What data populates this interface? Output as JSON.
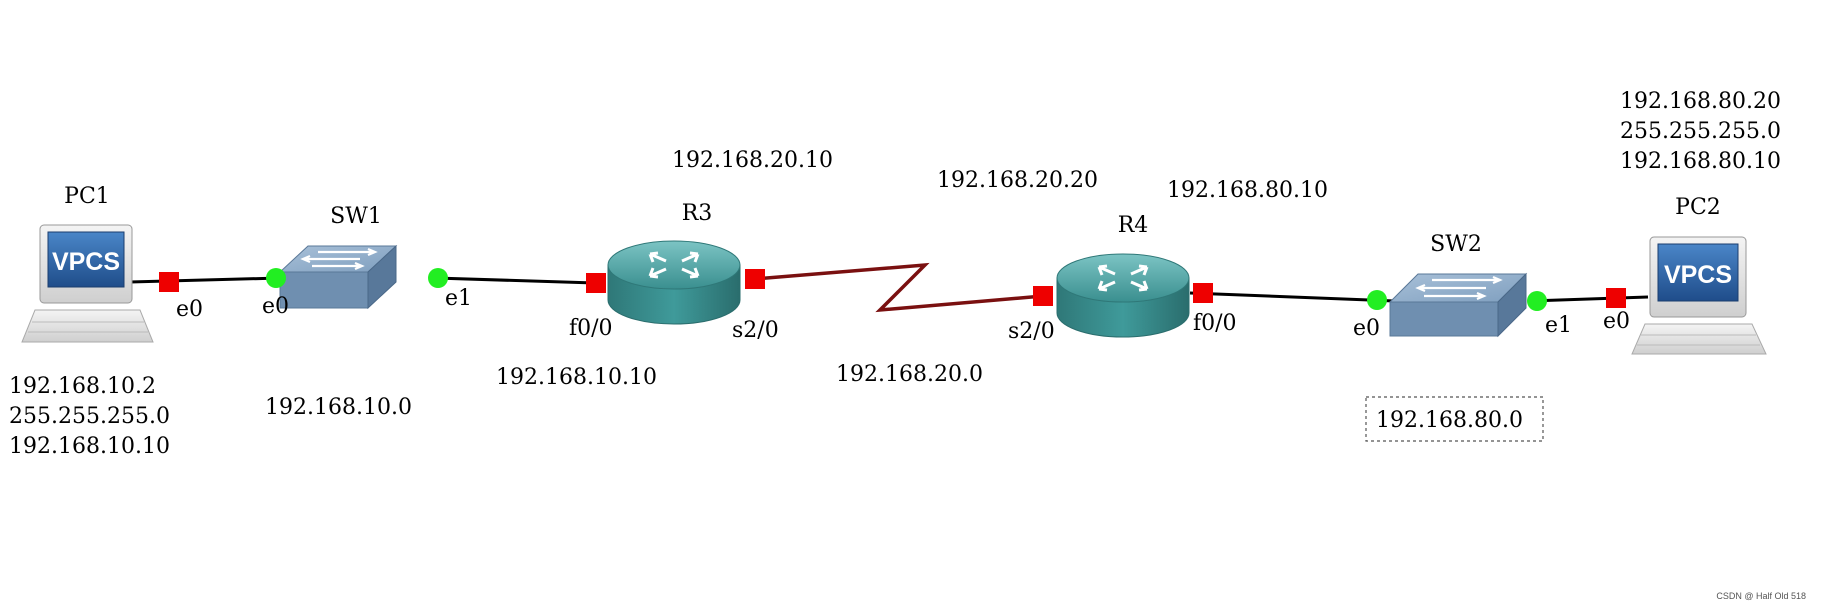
{
  "devices": {
    "pc1": {
      "name": "PC1",
      "screen_text": "VPCS"
    },
    "sw1": {
      "name": "SW1"
    },
    "r3": {
      "name": "R3"
    },
    "r4": {
      "name": "R4"
    },
    "sw2": {
      "name": "SW2"
    },
    "pc2": {
      "name": "PC2",
      "screen_text": "VPCS"
    }
  },
  "ports": {
    "pc1_e0": "e0",
    "sw1_e0": "e0",
    "sw1_e1": "e1",
    "r3_f00": "f0/0",
    "r3_s20": "s2/0",
    "r4_s20": "s2/0",
    "r4_f00": "f0/0",
    "sw2_e0": "e0",
    "sw2_e1": "e1",
    "pc2_e0": "e0"
  },
  "addresses": {
    "pc1_ip": "192.168.10.2",
    "pc1_mask": "255.255.255.0",
    "pc1_gw": "192.168.10.10",
    "net_10": "192.168.10.0",
    "r3_f00_ip": "192.168.10.10",
    "r3_s20_ip": "192.168.20.10",
    "r4_s20_ip": "192.168.20.20",
    "net_20": "192.168.20.0",
    "r4_f00_ip": "192.168.80.10",
    "net_80": "192.168.80.0",
    "pc2_ip": "192.168.80.20",
    "pc2_mask": "255.255.255.0",
    "pc2_gw": "192.168.80.10"
  },
  "watermark": "CSDN @ Half Old 518",
  "colors": {
    "router": "#3a8f8f",
    "switch": "#7f9fbf",
    "vpcs_screen": "#2f63a8",
    "serial_link": "#7a1010",
    "ethernet_link": "#000000",
    "port_up": "#22ee22",
    "port_router": "#ee0000"
  }
}
